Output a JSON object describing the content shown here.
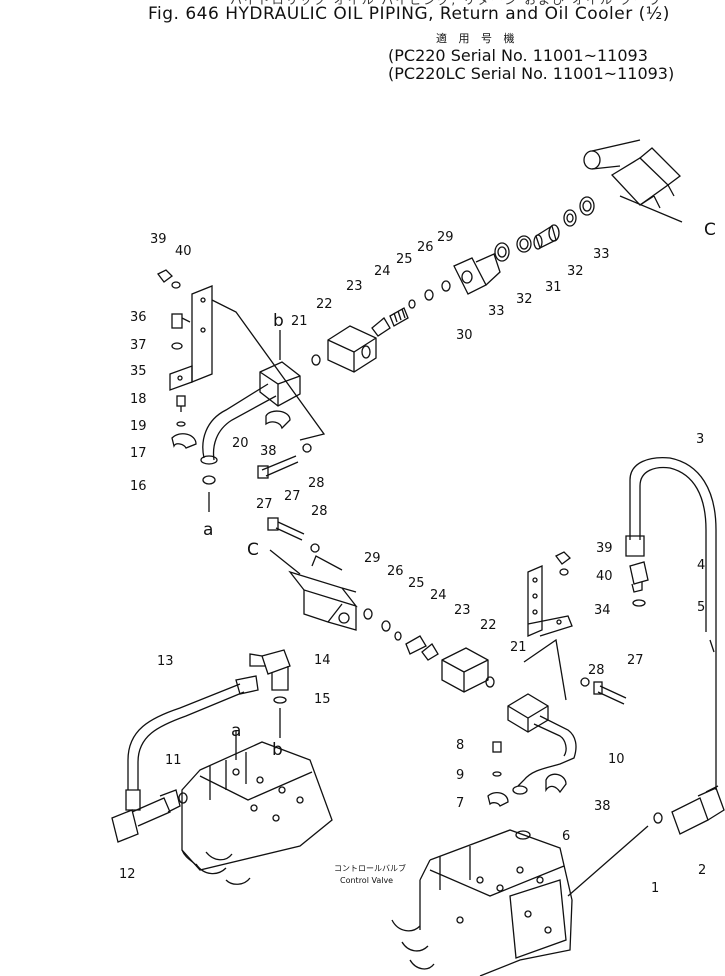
{
  "header": {
    "japanese_top": "ハイドロリック オイル パイピング, リターン および オイル クーラ",
    "figure_title": "Fig. 646   HYDRAULIC OIL PIPING, Return and Oil Cooler (½)",
    "applicability_jp": "適 用 号 機",
    "serial_line_1": "(PC220    Serial No. 11001~11093",
    "serial_line_2": "(PC220LC Serial No. 11001~11093)"
  },
  "diagram": {
    "callouts_upper": [
      "39",
      "40",
      "36",
      "37",
      "35",
      "18",
      "19",
      "17",
      "16",
      "a",
      "b",
      "21",
      "22",
      "23",
      "24",
      "25",
      "26",
      "29",
      "30",
      "33",
      "32",
      "31",
      "32",
      "33",
      "20",
      "38",
      "27",
      "28",
      "27",
      "28",
      "C"
    ],
    "callouts_lower": [
      "C",
      "29",
      "26",
      "25",
      "24",
      "23",
      "22",
      "21",
      "39",
      "40",
      "34",
      "4",
      "5",
      "3",
      "13",
      "14",
      "15",
      "a",
      "b",
      "11",
      "12",
      "8",
      "9",
      "7",
      "10",
      "38",
      "28",
      "27",
      "6",
      "2",
      "1"
    ],
    "control_valve_jp": "コントロールバルブ",
    "control_valve_en": "Control Valve"
  }
}
